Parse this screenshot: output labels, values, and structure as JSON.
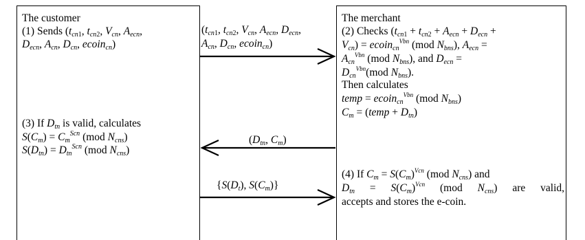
{
  "customer": {
    "title": "The customer",
    "step1_label": "(1) Sends",
    "step3_label": "(3) If",
    "step3_valid": "is valid, calculates"
  },
  "merchant": {
    "title": "The merchant",
    "step2_label": "(2) Checks",
    "then_calc": "Then calculates",
    "step4_label": "(4) If",
    "step4_end": "accepts and stores the e-coin.",
    "are_valid": "are valid,"
  },
  "messages": {
    "m1_line1": "(tcn1, tcn2, Vcn, Aecn, Decn,",
    "m1_line2": "Acn, Dcn, ecoincn)",
    "m2": "(Dtn, Cm)",
    "m3": "{S(Dt), S(Cm)}"
  },
  "arrows": [
    {
      "from": "customer",
      "to": "merchant",
      "message": "m1"
    },
    {
      "from": "merchant",
      "to": "customer",
      "message": "m2"
    },
    {
      "from": "customer",
      "to": "merchant",
      "message": "m3"
    }
  ]
}
